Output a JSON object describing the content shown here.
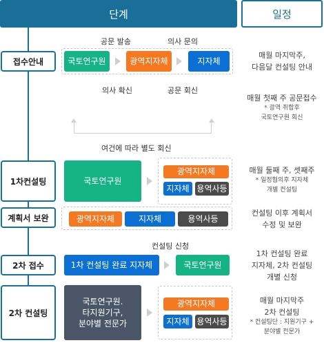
{
  "header": {
    "stage": "단계",
    "schedule": "일정"
  },
  "rows": {
    "intake": {
      "step": "접수안내",
      "label_gongmun_balsong": "공문 발송",
      "label_uisa_munui": "의사 문의",
      "label_uisa_hwakin": "의사 확신",
      "label_gongmun_hoesin": "공문 회신",
      "label_separate_reply": "여건에 따라 별도 회신",
      "box1": "국토연구원",
      "box2": "광역지자체",
      "box3": "지자체",
      "sched_main": "매월 마지막주,\n다음달 컨설팅 안내",
      "sched2_main": "매월 첫째 주 공문접수",
      "sched2_note": "* 광역 취합후\n국토연구원 회신"
    },
    "consult1": {
      "step": "1차컨설팅",
      "box_main": "국토연구원",
      "box_a": "광역지자체",
      "box_b": "지자체",
      "box_c": "용역사등",
      "sched_main": "매월 둘째 주, 셋째주",
      "sched_note": "* 일정협의후 지자체\n개별 컨설팅"
    },
    "plan": {
      "step": "계획서 보완",
      "box_a": "광역지자체",
      "box_b": "지자체",
      "box_c": "용역사등",
      "sched_main": "컨설팅 이후 계획서\n수정 및 보완"
    },
    "intake2": {
      "step": "2차 접수",
      "label_request": "컨설팅 신청",
      "box1": "1차 컨설팅 완료 지자체",
      "box2": "국토연구원",
      "sched_main": "1차 컨설팅 완료\n지자체, 2차 컨설팅\n개별 신청"
    },
    "consult2": {
      "step": "2차 컨설팅",
      "box_main": "국토연구원.\n타지원기구,\n분야별 전문가",
      "box_a": "광역지자체",
      "box_b": "지자체",
      "box_c": "용역사등",
      "sched_main": "매월 마지막주\n2차 컨설팅",
      "sched_note": "* 컨설팅단 : 지원기구 +\n분야별 전문가"
    }
  },
  "colors": {
    "primary": "#1a6f99",
    "green": "#16b387",
    "orange": "#f47921",
    "blue": "#0b6fd3",
    "gray": "#4b4b4b",
    "slate": "#4a5668"
  }
}
